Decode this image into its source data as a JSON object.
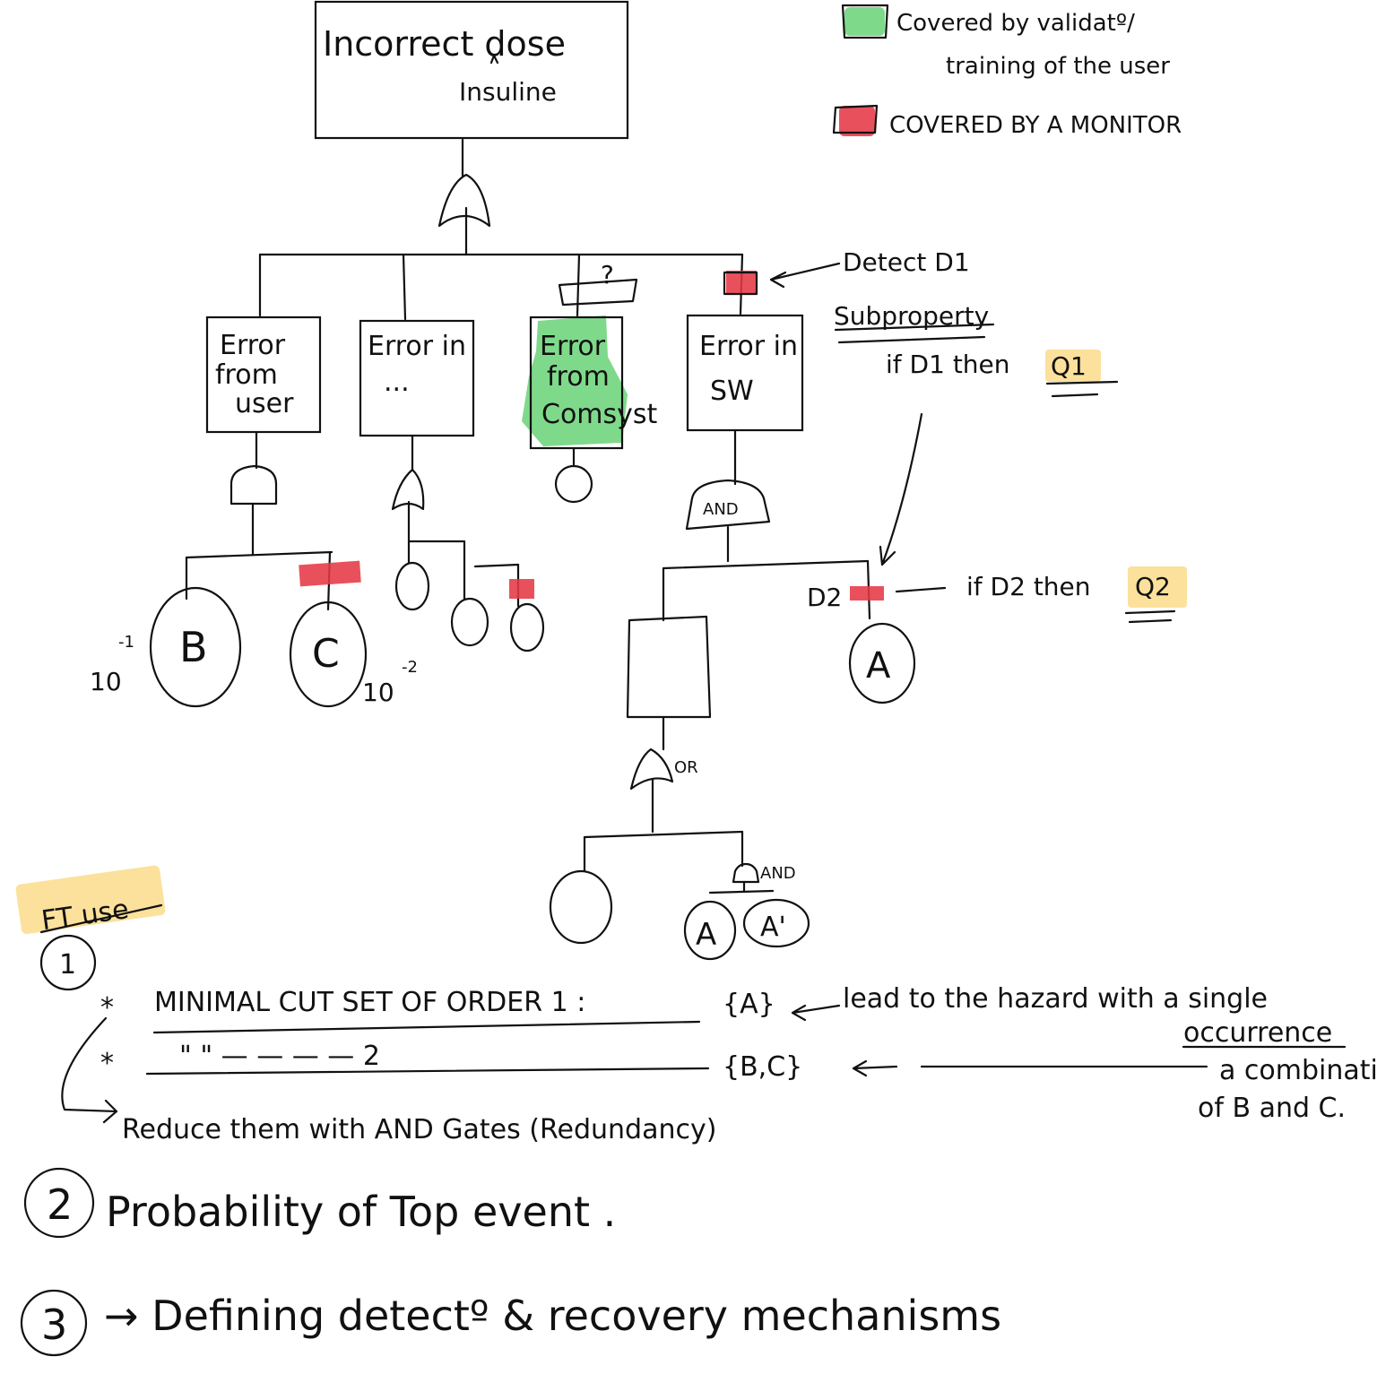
{
  "legend": {
    "green": "Covered by validatº/",
    "green_line2": "training of the user",
    "red": "COVERED BY A MONITOR"
  },
  "top_event": {
    "line1": "Incorrect dose",
    "line2": "Insuline"
  },
  "level1": [
    {
      "line1": "Error",
      "line2": "from",
      "line3": "user"
    },
    {
      "line1": "Error in",
      "line2": "..."
    },
    {
      "line1": "Error",
      "line2": "from",
      "line3": "Comsyst"
    },
    {
      "line1": "Error in",
      "line2": "SW"
    }
  ],
  "question_mark": "?",
  "detect_label": "Detect D1",
  "subproperty": {
    "title": "Subproperty",
    "rule": "if D1 then",
    "rule_target": "Q1"
  },
  "gates": {
    "sw_and": "AND",
    "or_label": "OR",
    "small_and": "AND"
  },
  "basic_events": {
    "b": "B",
    "c": "C",
    "a": "A",
    "a_lower": "A",
    "a_prime": "A'"
  },
  "probabilities": {
    "b": "10",
    "b_exp": "-1",
    "c": "10",
    "c_exp": "-2"
  },
  "d2": {
    "tag": "D2",
    "rule": "if D2 then",
    "rule_target": "Q2"
  },
  "notes": {
    "heading": "FT use",
    "circle1": "1",
    "line1": "MINIMAL CUT SET OF ORDER 1 :",
    "line1_set": "{A}",
    "line1_note": "lead to the hazard with a single",
    "line1_note2": "occurrence",
    "line2": "\"        \"   — — — —  2",
    "line2_set": "{B,C}",
    "line2_note": "a combination",
    "line2_note2": "of B and C.",
    "reduce": "Reduce them with AND Gates (Redundancy)",
    "circle2": "2",
    "step2": "Probability of Top event .",
    "circle3": "3",
    "step3": "→ Defining detectº & recovery mechanisms"
  }
}
